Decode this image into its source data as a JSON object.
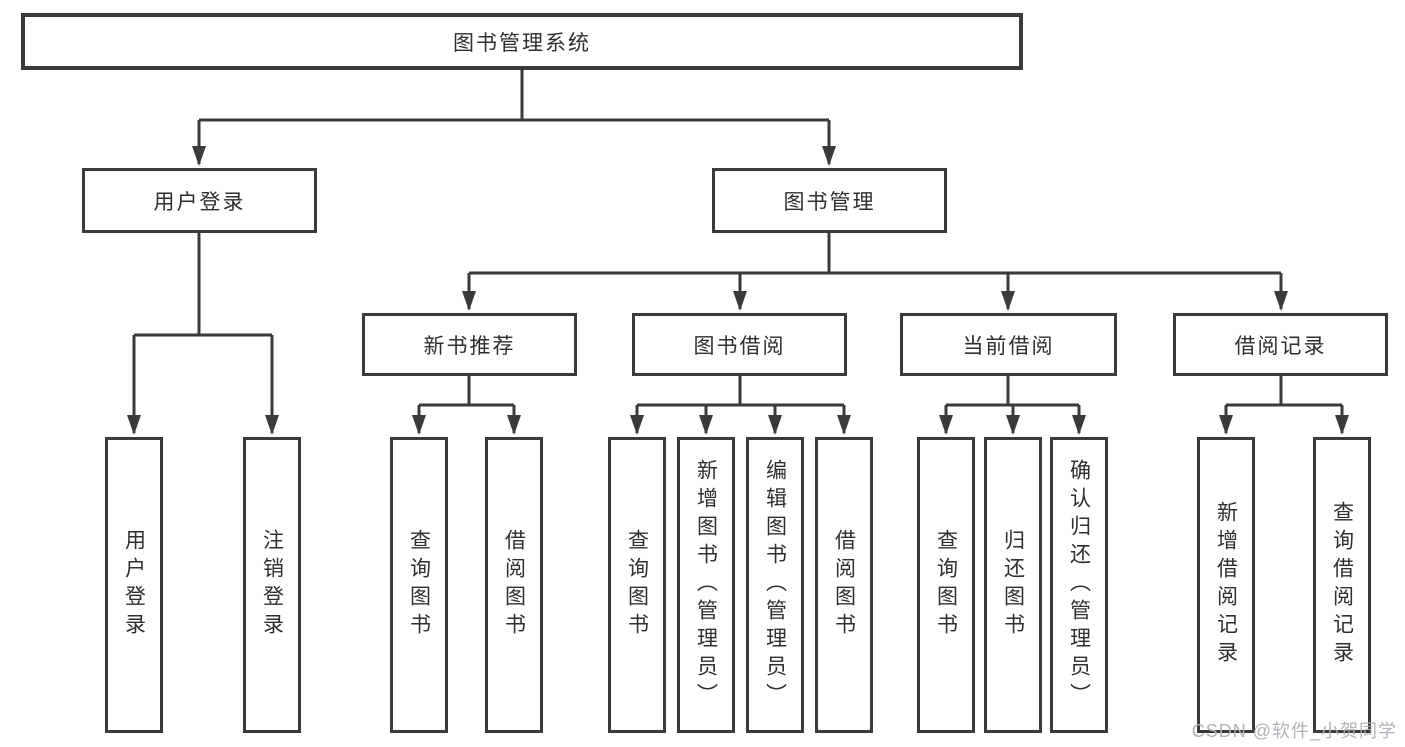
{
  "diagram": {
    "title": "图书管理系统",
    "root": {
      "label": "图书管理系统"
    },
    "level2": [
      {
        "label": "用户登录"
      },
      {
        "label": "图书管理"
      }
    ],
    "level3": [
      {
        "label": "新书推荐"
      },
      {
        "label": "图书借阅"
      },
      {
        "label": "当前借阅"
      },
      {
        "label": "借阅记录"
      }
    ],
    "leaves": {
      "user_login": [
        "用户登录",
        "注销登录"
      ],
      "new_book_recommend": [
        "查询图书",
        "借阅图书"
      ],
      "book_borrow": [
        "查询图书",
        "新增图书（管理员）",
        "编辑图书（管理员）",
        "借阅图书"
      ],
      "current_borrow": [
        "查询图书",
        "归还图书",
        "确认归还（管理员）"
      ],
      "borrow_records": [
        "新增借阅记录",
        "查询借阅记录"
      ]
    }
  },
  "watermark": {
    "text": "CSDN @软件_小贺同学"
  },
  "colors": {
    "line": "#3a3a3a",
    "box_border": "#3a3a3a",
    "text": "#2f2f2f",
    "watermark": "#acafb4",
    "background": "#ffffff"
  }
}
